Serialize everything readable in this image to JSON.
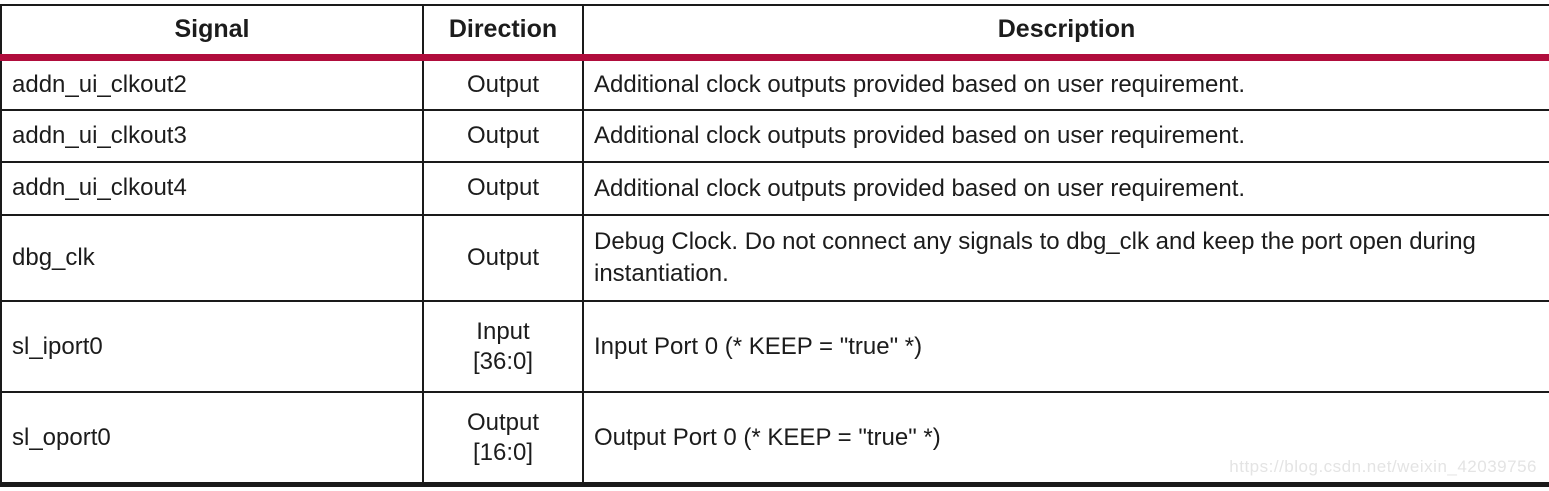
{
  "accent_color": "#b00d3c",
  "watermark_text": "https://blog.csdn.net/weixin_42039756",
  "table": {
    "columns": [
      {
        "label": "Signal"
      },
      {
        "label": "Direction"
      },
      {
        "label": "Description"
      }
    ],
    "rows": [
      {
        "signal": "addn_ui_clkout2",
        "direction": "Output",
        "direction_range": "",
        "description": "Additional clock outputs provided based on user requirement.",
        "size": "small"
      },
      {
        "signal": "addn_ui_clkout3",
        "direction": "Output",
        "direction_range": "",
        "description": "Additional clock outputs provided based on user requirement.",
        "size": "small"
      },
      {
        "signal": "addn_ui_clkout4",
        "direction": "Output",
        "direction_range": "",
        "description": "Additional clock outputs provided based on user requirement.",
        "size": "small"
      },
      {
        "signal": "dbg_clk",
        "direction": "Output",
        "direction_range": "",
        "description": "Debug Clock. Do not connect any signals to dbg_clk and keep the port open during instantiation.",
        "size": "medium"
      },
      {
        "signal": "sl_iport0",
        "direction": "Input",
        "direction_range": "[36:0]",
        "description": "Input Port 0 (* KEEP = \"true\" *)",
        "size": "large"
      },
      {
        "signal": "sl_oport0",
        "direction": "Output",
        "direction_range": "[16:0]",
        "description": "Output Port 0 (* KEEP = \"true\" *)",
        "size": "large"
      }
    ]
  }
}
